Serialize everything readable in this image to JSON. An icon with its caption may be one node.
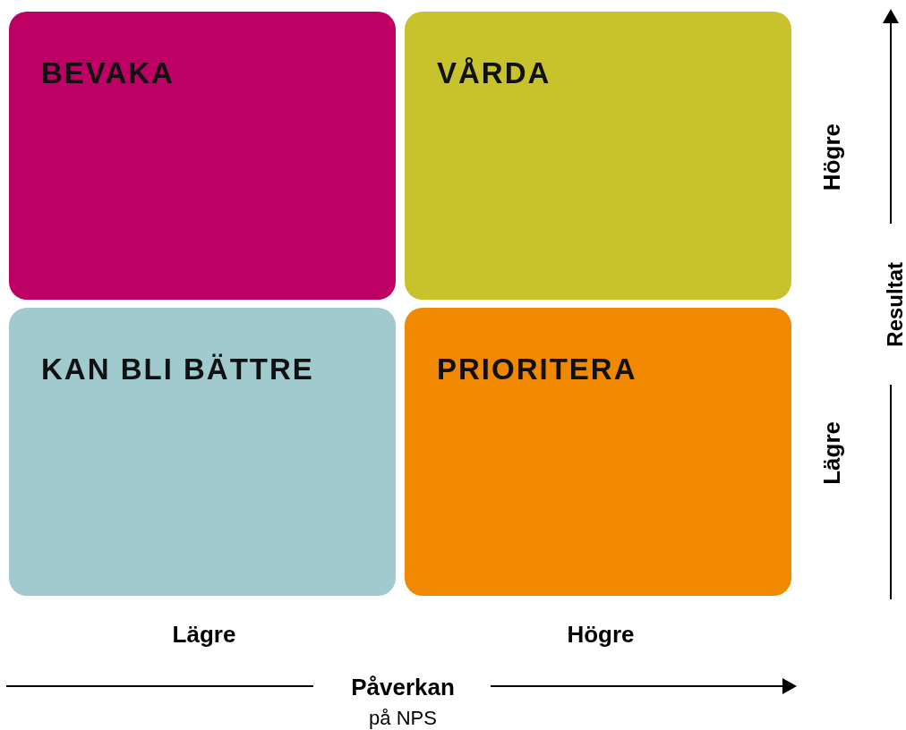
{
  "diagram": {
    "nodes": [
      {
        "text": [
          "BEVAKA"
        ]
      },
      {
        "text": [
          "VÅRDA"
        ]
      },
      {
        "text": [
          "KAN BLI BÄTTRE"
        ]
      },
      {
        "text": [
          "PRIORITERA"
        ]
      }
    ],
    "labels": [
      "Högre",
      "Resultat",
      "Lägre",
      "Lägre",
      "Högre",
      "Påverkan",
      "på NPS"
    ]
  }
}
